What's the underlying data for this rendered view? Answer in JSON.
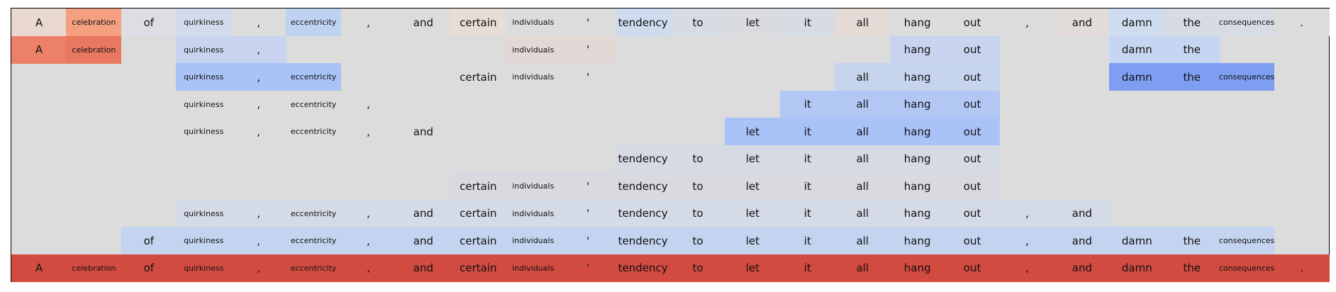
{
  "tokens": [
    "A",
    "celebration",
    "of",
    "quirkiness",
    ",",
    "eccentricity",
    ",",
    "and",
    "certain",
    "individuals",
    "'",
    "tendency",
    "to",
    "let",
    "it",
    "all",
    "hang",
    "out",
    ",",
    "and",
    "damn",
    "the",
    "consequences",
    "."
  ],
  "chart_data": {
    "type": "heatmap",
    "rows": [
      [
        [
          "#e8d8d0",
          "#f4a080",
          "#dcdee3",
          "#d2dbec",
          "#dcdcdc",
          "#bfd2f2",
          "#dcdcdc",
          "#dcdcdc",
          "#e8dcd6",
          "#dcdcdc",
          "#dcdcdc",
          "#cfdcf0",
          "#d6dbe4",
          "#dadbde",
          "#d6dbe4",
          "#e4dad6",
          "#dcdcdc",
          "#dcdcdc",
          "#dcdcdc",
          "#e1dcda",
          "#cfdcf0",
          "#d6dbe4",
          "#d6dbe4",
          "#dcdcdc"
        ]
      ],
      [
        [
          "#ec8068",
          "#e97860",
          null,
          "#c8d4ef",
          "#c8d4ef",
          null,
          null,
          null,
          null,
          "#e3d8d6",
          "#e3d8d6",
          null,
          null,
          null,
          null,
          null,
          "#c8d4ef",
          "#c8d4ef",
          null,
          null,
          "#c6d6f2",
          "#c6d6f2",
          null,
          null
        ]
      ],
      [
        [
          null,
          null,
          null,
          "#a9c2f8",
          "#a9c2f8",
          "#a9c2f8",
          null,
          null,
          "#dcdcdc",
          "#dcdcdc",
          "#dcdcdc",
          null,
          null,
          null,
          null,
          "#c6d4ee",
          "#c6d4ee",
          "#c6d4ee",
          null,
          null,
          "#7e9ef2",
          "#7e9ef2",
          "#7e9ef2",
          null
        ]
      ],
      [
        [
          null,
          null,
          null,
          "#dcdcdc",
          "#dcdcdc",
          "#dcdcdc",
          "#dcdcdc",
          null,
          null,
          null,
          null,
          null,
          null,
          null,
          "#b2c7f4",
          "#b2c7f4",
          "#b2c7f4",
          "#b2c7f4",
          null,
          null,
          null,
          null,
          null,
          null
        ]
      ],
      [
        [
          null,
          null,
          null,
          "#dcdcdc",
          "#dcdcdc",
          "#dcdcdc",
          "#dcdcdc",
          "#dcdcdc",
          null,
          null,
          null,
          null,
          null,
          "#a9c2f8",
          "#a9c2f8",
          "#a9c2f8",
          "#a9c2f8",
          "#a9c2f8",
          null,
          null,
          null,
          null,
          null,
          null
        ]
      ],
      [
        [
          null,
          null,
          null,
          null,
          null,
          null,
          null,
          null,
          null,
          null,
          null,
          "#d6dae2",
          "#d6dae2",
          "#d6dae2",
          "#d6dae2",
          "#d6dae2",
          "#d6dae2",
          "#d6dae2",
          null,
          null,
          null,
          null,
          null,
          null
        ]
      ],
      [
        [
          null,
          null,
          null,
          null,
          null,
          null,
          null,
          null,
          "#d8dae0",
          "#d8dae0",
          "#d8dae0",
          "#d8dae0",
          "#d8dae0",
          "#d8dae0",
          "#d8dae0",
          "#d8dae0",
          "#d8dae0",
          "#d8dae0",
          null,
          null,
          null,
          null,
          null,
          null
        ]
      ],
      [
        [
          null,
          null,
          null,
          "#d4dae6",
          "#d4dae6",
          "#d4dae6",
          "#d4dae6",
          "#d4dae6",
          "#d4dae6",
          "#d4dae6",
          "#d4dae6",
          "#d4dae6",
          "#d4dae6",
          "#d4dae6",
          "#d4dae6",
          "#d4dae6",
          "#d4dae6",
          "#d4dae6",
          "#d4dae6",
          "#d4dae6",
          null,
          null,
          null,
          null
        ]
      ],
      [
        [
          null,
          null,
          "#c4d4f0",
          "#c4d4f0",
          "#c4d4f0",
          "#c4d4f0",
          "#c4d4f0",
          "#c4d4f0",
          "#c4d4f0",
          "#c4d4f0",
          "#c4d4f0",
          "#c4d4f0",
          "#c4d4f0",
          "#c4d4f0",
          "#c4d4f0",
          "#c4d4f0",
          "#c4d4f0",
          "#c4d4f0",
          "#c4d4f0",
          "#c4d4f0",
          "#c4d4f0",
          "#c4d4f0",
          "#c4d4f0",
          null
        ]
      ],
      [
        [
          "#d24b40",
          "#d24b40",
          "#d24b40",
          "#d24b40",
          "#d24b40",
          "#d24b40",
          "#d24b40",
          "#d24b40",
          "#d24b40",
          "#d24b40",
          "#d24b40",
          "#d24b40",
          "#d24b40",
          "#d24b40",
          "#d24b40",
          "#d24b40",
          "#d24b40",
          "#d24b40",
          "#d24b40",
          "#d24b40",
          "#d24b40",
          "#d24b40",
          "#d24b40",
          "#d24b40"
        ]
      ]
    ]
  }
}
